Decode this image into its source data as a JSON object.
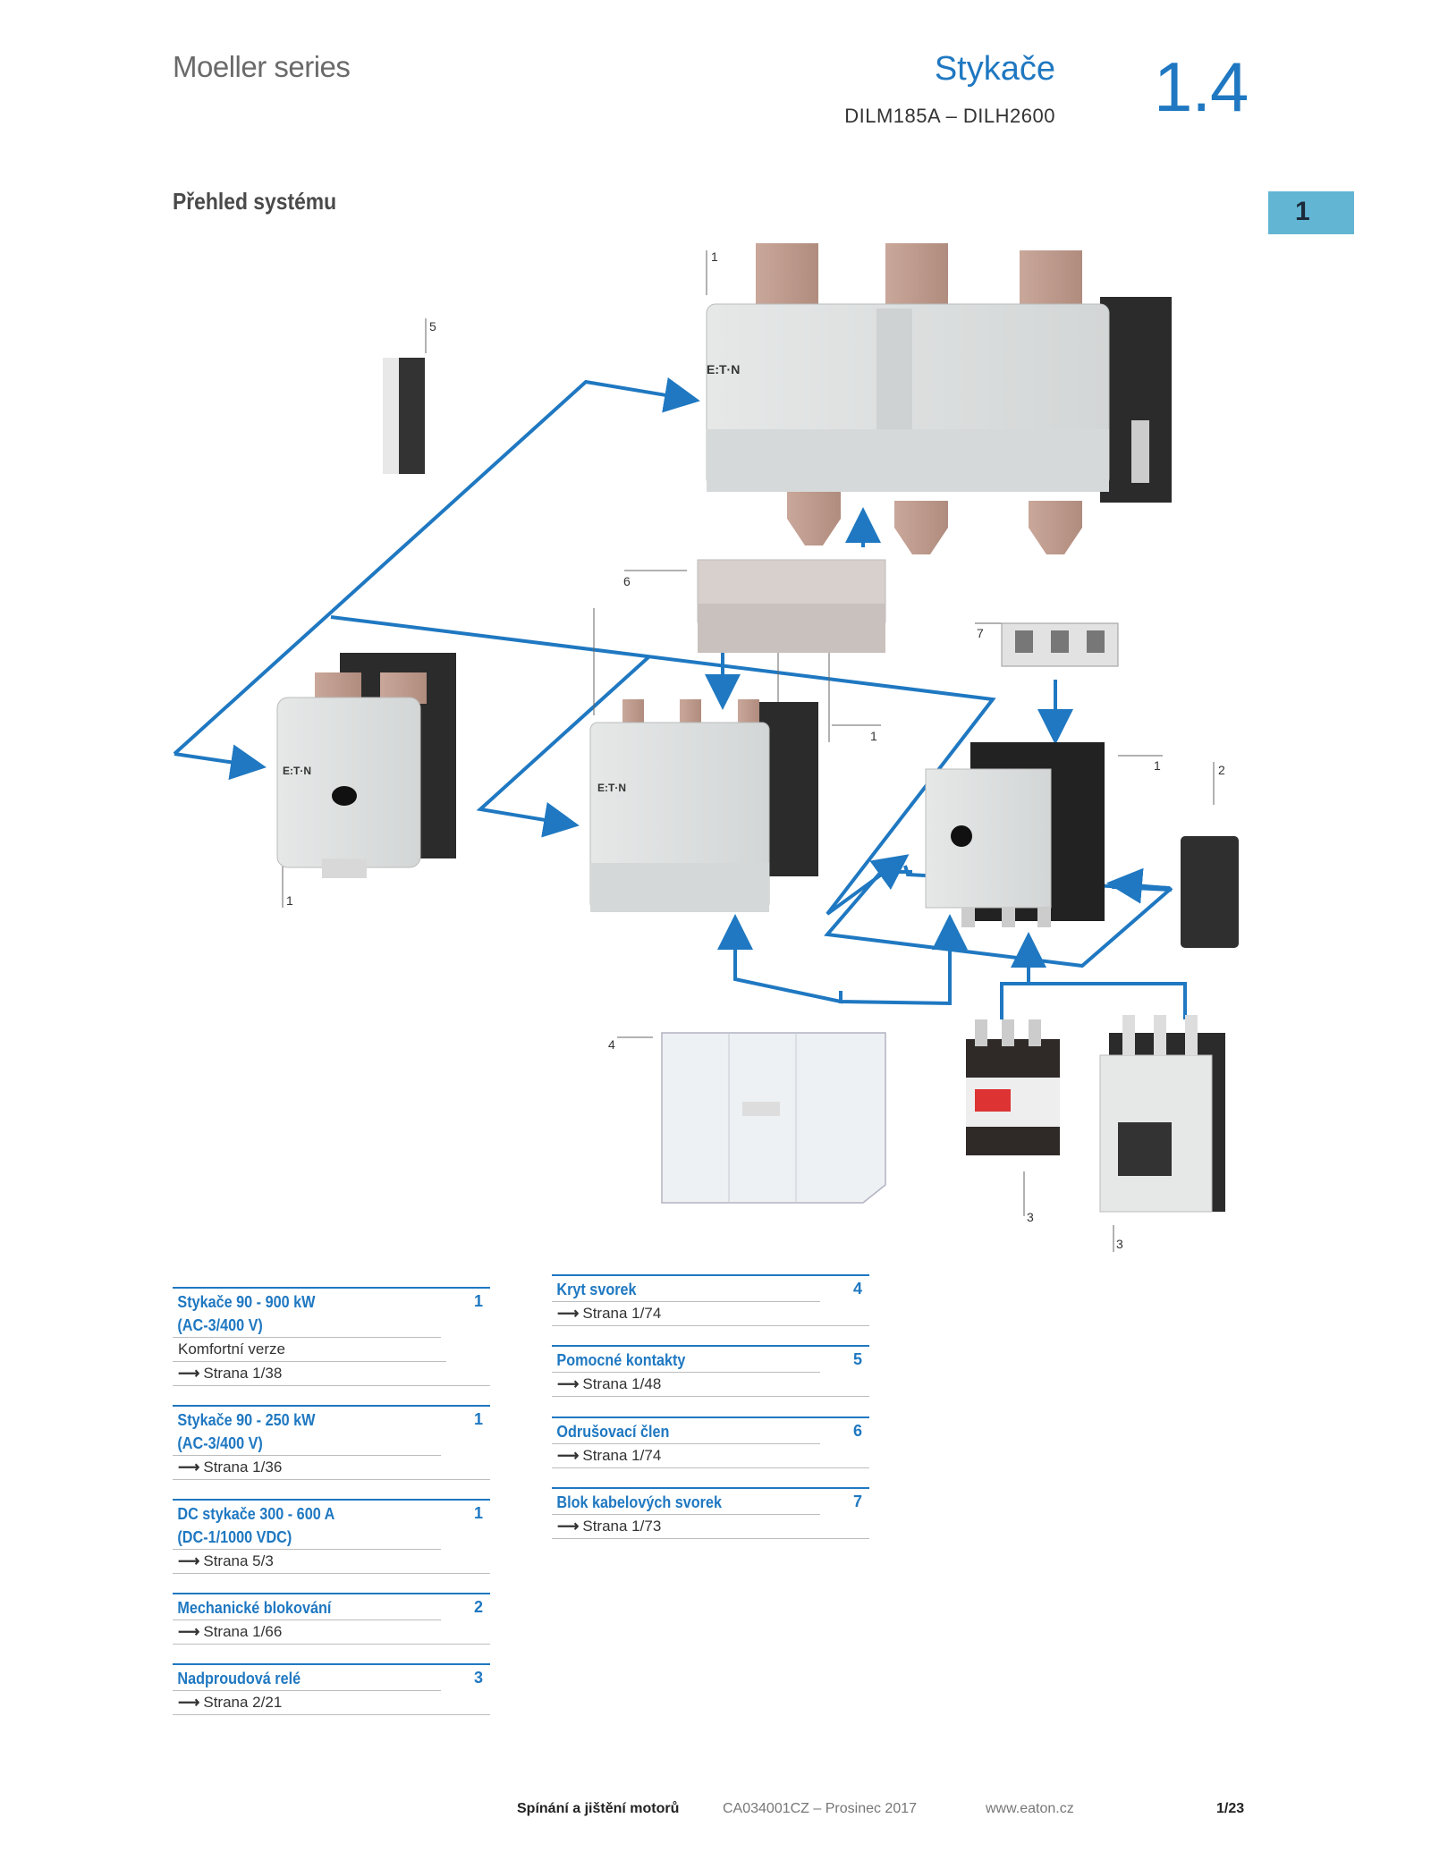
{
  "header": {
    "series": "Moeller series",
    "title": "Stykače",
    "subtitle": "DILM185A – DILH2600",
    "section_number": "1.4",
    "tab_number": "1"
  },
  "section_heading": "Přehled systému",
  "diagram": {
    "brand_label": "E:T·N",
    "callouts": {
      "large_contactor": "1",
      "aux_contact": "5",
      "suppressor": "6",
      "terminal_block": "7",
      "mid_contactor": "1",
      "right_contactor": "1",
      "interlock": "2",
      "left_contactor": "1",
      "terminal_cover": "4",
      "overload_small": "3",
      "overload_large": "3"
    },
    "accent_color": "#1f78c1"
  },
  "legend_left": [
    {
      "title": "Stykače 90 - 900 kW\n(AC-3/400 V)",
      "line1": "Stykače 90 - 900 kW",
      "line2": "(AC-3/400 V)",
      "num": "1",
      "note": "Komfortní verze",
      "link": "Strana 1/38"
    },
    {
      "title": "",
      "line1": "Stykače 90 - 250 kW",
      "line2": "(AC-3/400 V)",
      "num": "1",
      "note": "",
      "link": "Strana 1/36"
    },
    {
      "title": "",
      "line1": "DC stykače 300 - 600 A",
      "line2": "(DC-1/1000 VDC)",
      "num": "1",
      "note": "",
      "link": "Strana 5/3"
    },
    {
      "title": "",
      "line1": "Mechanické blokování",
      "line2": "",
      "num": "2",
      "note": "",
      "link": "Strana 1/66"
    },
    {
      "title": "",
      "line1": "Nadproudová relé",
      "line2": "",
      "num": "3",
      "note": "",
      "link": "Strana 2/21"
    }
  ],
  "legend_right": [
    {
      "line1": "Kryt svorek",
      "num": "4",
      "link": "Strana 1/74"
    },
    {
      "line1": "Pomocné kontakty",
      "num": "5",
      "link": "Strana 1/48"
    },
    {
      "line1": "Odrušovací člen",
      "num": "6",
      "link": "Strana 1/74"
    },
    {
      "line1": "Blok kabelových svorek",
      "num": "7",
      "link": "Strana 1/73"
    }
  ],
  "footer": {
    "topic": "Spínání a jištění motorů",
    "doc": "CA034001CZ – Prosinec 2017",
    "url": "www.eaton.cz",
    "page": "1/23"
  }
}
